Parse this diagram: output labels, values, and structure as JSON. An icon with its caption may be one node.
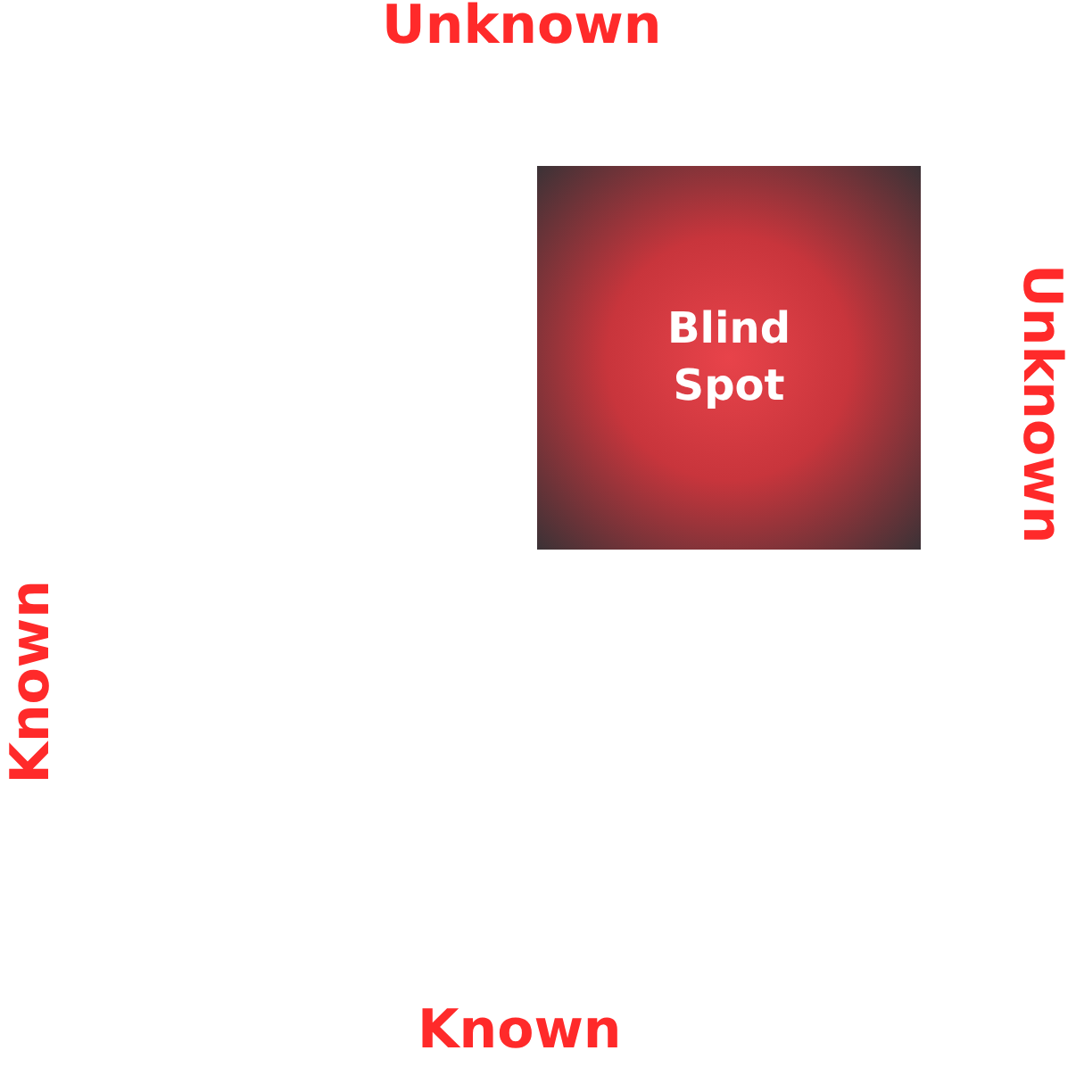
{
  "diagram": {
    "nodes": [
      {
        "text": [
          "Blind Spot"
        ]
      }
    ],
    "labels": [
      "Unknown",
      "Unknown",
      "Known",
      "Known"
    ]
  }
}
